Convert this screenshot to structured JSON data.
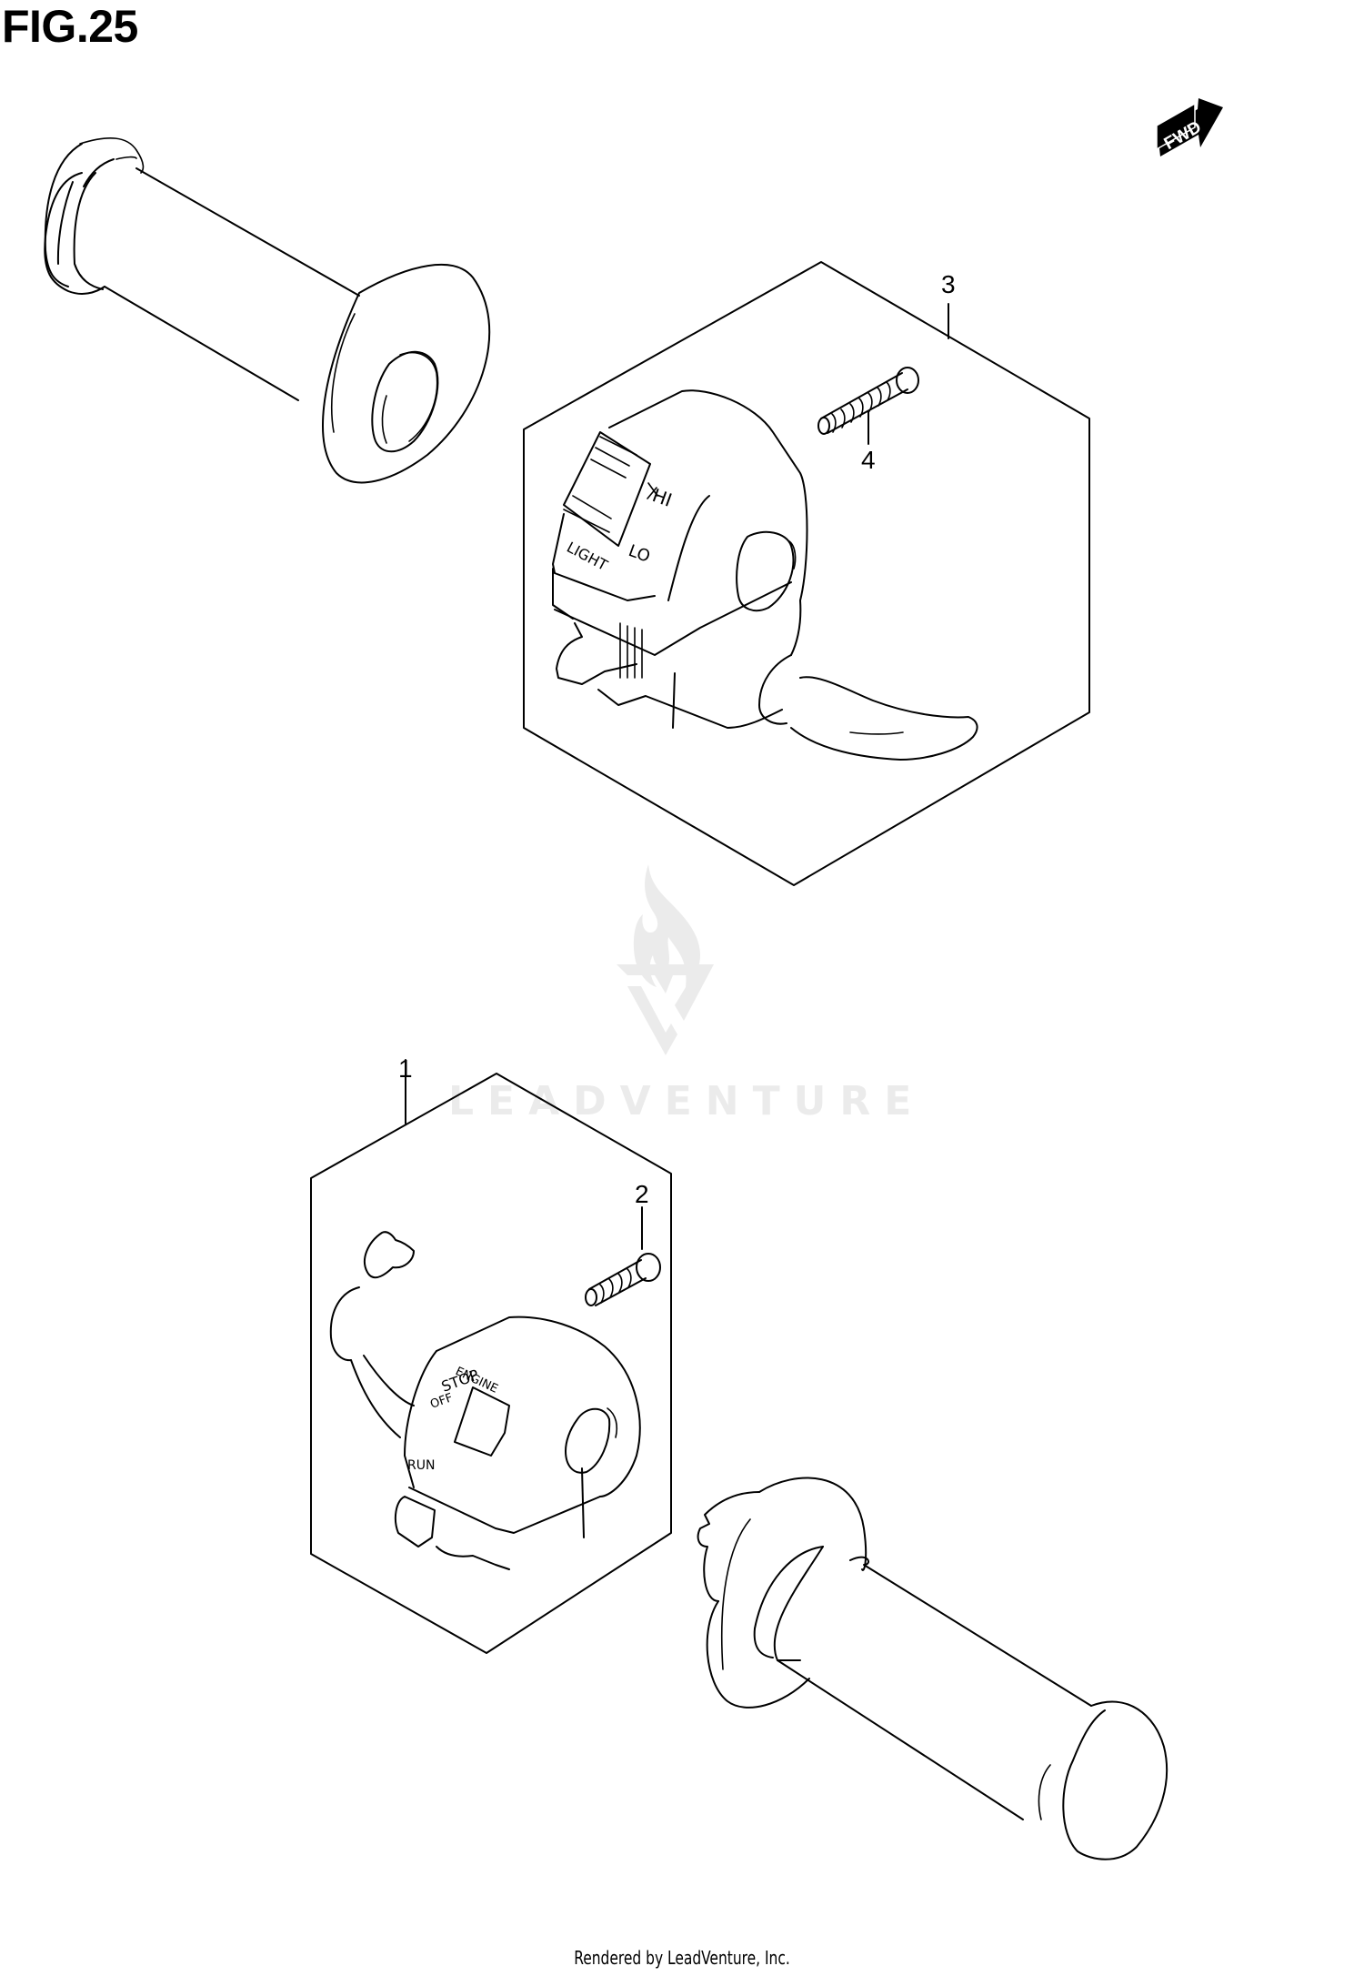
{
  "figure": {
    "title": "FIG.25",
    "direction_indicator": {
      "label": "FWD",
      "icon": "forward-arrow-icon"
    }
  },
  "watermark": {
    "text": "LEADVENTURE",
    "icon": "leadventure-flame-logo-icon",
    "color": "#ebebeb"
  },
  "callouts": [
    {
      "number": "1",
      "part": "right-handlebar-switch-assembly"
    },
    {
      "number": "2",
      "part": "screw-right-switch"
    },
    {
      "number": "3",
      "part": "left-handlebar-switch-assembly"
    },
    {
      "number": "4",
      "part": "screw-left-switch"
    }
  ],
  "switch_labels": {
    "left_switch": [
      "HI",
      "LO",
      "LIGHT"
    ],
    "right_switch": [
      "ENGINE",
      "STOP",
      "OFF",
      "RUN"
    ]
  },
  "footer": {
    "text": "Rendered by LeadVenture, Inc."
  }
}
